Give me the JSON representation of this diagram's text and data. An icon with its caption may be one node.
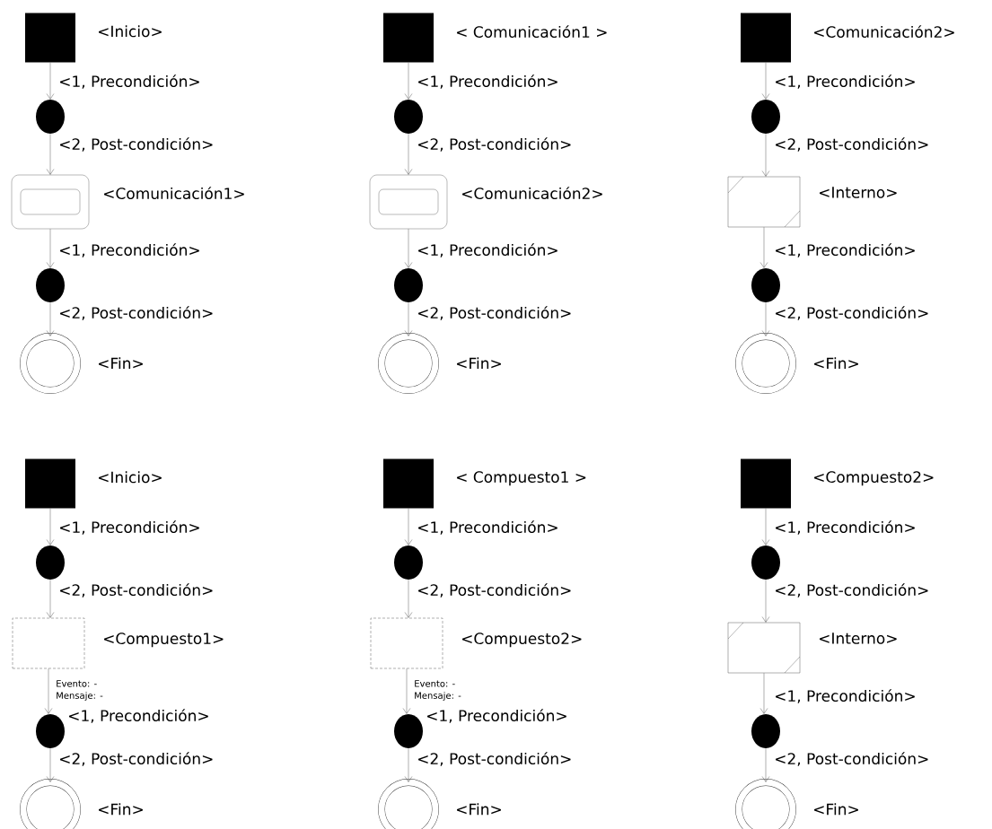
{
  "diagram": {
    "nodes": [
      {
        "text": [
          "<Inicio>"
        ]
      },
      {
        "text": [],
        "shape": "circle"
      },
      {
        "text": [
          "<Comunicación1>"
        ]
      },
      {
        "text": [],
        "shape": "circle"
      },
      {
        "text": [
          "<Fin>"
        ]
      },
      {
        "text": [
          "< Comunicación1 >"
        ]
      },
      {
        "text": [],
        "shape": "circle"
      },
      {
        "text": [
          "<Comunicación2>"
        ]
      },
      {
        "text": [],
        "shape": "circle"
      },
      {
        "text": [
          "<Fin>"
        ]
      },
      {
        "text": [
          "<Comunicación2>"
        ]
      },
      {
        "text": [],
        "shape": "circle"
      },
      {
        "text": [
          "<Interno>"
        ]
      },
      {
        "text": [],
        "shape": "circle"
      },
      {
        "text": [
          "<Fin>"
        ]
      },
      {
        "text": [
          "<Inicio>"
        ]
      },
      {
        "text": [],
        "shape": "circle"
      },
      {
        "text": [
          "<Compuesto1>"
        ],
        "beside": [
          "Evento: -",
          "Mensaje: -"
        ]
      },
      {
        "text": [],
        "shape": "circle"
      },
      {
        "text": [
          "<Fin>"
        ]
      },
      {
        "text": [
          "< Compuesto1 >"
        ]
      },
      {
        "text": [],
        "shape": "circle"
      },
      {
        "text": [
          "<Compuesto2>"
        ],
        "beside": [
          "Evento: -",
          "Mensaje: -"
        ]
      },
      {
        "text": [],
        "shape": "circle"
      },
      {
        "text": [
          "<Fin>"
        ]
      },
      {
        "text": [
          "<Compuesto2>"
        ]
      },
      {
        "text": [],
        "shape": "circle"
      },
      {
        "text": [
          "<Interno>"
        ]
      },
      {
        "text": [],
        "shape": "circle"
      },
      {
        "text": [
          "<Fin>"
        ]
      }
    ],
    "edges": [
      {
        "from": 0,
        "to": 1,
        "arrow": "to",
        "label": "<1, Precondición>"
      },
      {
        "from": 1,
        "to": 2,
        "arrow": "to",
        "label": "<2, Post-condición>"
      },
      {
        "from": 2,
        "to": 3,
        "arrow": "to",
        "label": "<1, Precondición>"
      },
      {
        "from": 3,
        "to": 4,
        "arrow": "to",
        "label": "<2, Post-condición>"
      },
      {
        "from": 5,
        "to": 6,
        "arrow": "to",
        "label": "<1, Precondición>"
      },
      {
        "from": 6,
        "to": 7,
        "arrow": "to",
        "label": "<2, Post-condición>"
      },
      {
        "from": 7,
        "to": 8,
        "arrow": "to",
        "label": "<1, Precondición>"
      },
      {
        "from": 8,
        "to": 9,
        "arrow": "to",
        "label": "<2, Post-condición>"
      },
      {
        "from": 10,
        "to": 11,
        "arrow": "to",
        "label": "<1, Precondición>"
      },
      {
        "from": 11,
        "to": 12,
        "arrow": "to",
        "label": "<2, Post-condición>"
      },
      {
        "from": 12,
        "to": 13,
        "arrow": "to",
        "label": "<1, Precondición>"
      },
      {
        "from": 13,
        "to": 14,
        "arrow": "to",
        "label": "<2, Post-condición>"
      },
      {
        "from": 15,
        "to": 16,
        "arrow": "to",
        "label": "<1, Precondición>"
      },
      {
        "from": 16,
        "to": 17,
        "arrow": "to",
        "label": "<2, Post-condición>"
      },
      {
        "from": 17,
        "to": 18,
        "arrow": "to",
        "label": "<1, Precondición>"
      },
      {
        "from": 18,
        "to": 19,
        "arrow": "to",
        "label": "<2, Post-condición>"
      },
      {
        "from": 20,
        "to": 21,
        "arrow": "to",
        "label": "<1, Precondición>"
      },
      {
        "from": 21,
        "to": 22,
        "arrow": "to",
        "label": "<2, Post-condición>"
      },
      {
        "from": 22,
        "to": 23,
        "arrow": "to",
        "label": "<1, Precondición>"
      },
      {
        "from": 23,
        "to": 24,
        "arrow": "to",
        "label": "<2, Post-condición>"
      },
      {
        "from": 25,
        "to": 26,
        "arrow": "to",
        "label": "<1, Precondición>"
      },
      {
        "from": 26,
        "to": 27,
        "arrow": "to",
        "label": "<2, Post-condición>"
      },
      {
        "from": 27,
        "to": 28,
        "arrow": "to",
        "label": "<1, Precondición>"
      },
      {
        "from": 28,
        "to": 29,
        "arrow": "to",
        "label": "<2, Post-condición>"
      }
    ]
  }
}
